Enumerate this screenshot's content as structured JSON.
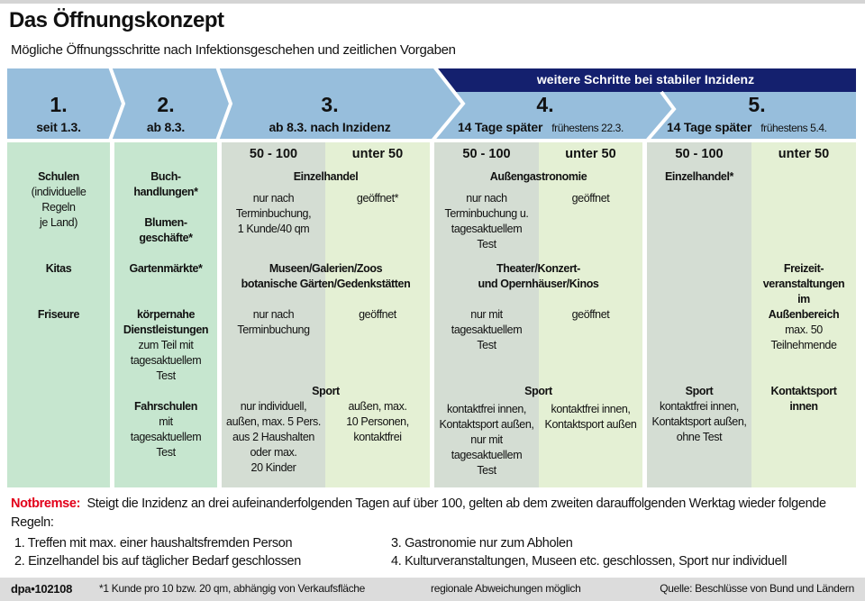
{
  "header": {
    "title": "Das Öffnungskonzept",
    "subtitle": "Mögliche Öffnungsschritte nach Infektionsgeschehen und zeitlichen Vorgaben",
    "banner": "weitere Schritte bei stabiler Inzidenz"
  },
  "colors": {
    "step_blue": "#97bedc",
    "navy": "#14206e",
    "green": "#c6e6cf",
    "band_50_100": "#d4ddd3",
    "band_under_50": "#e4f0d4",
    "red": "#e2001a"
  },
  "steps": [
    {
      "number": "1.",
      "date": "seit 1.3."
    },
    {
      "number": "2.",
      "date": "ab 8.3."
    },
    {
      "number": "3.",
      "date": "ab 8.3. nach Inzidenz"
    },
    {
      "number": "4.",
      "date": "14 Tage später",
      "note": "frühestens 22.3."
    },
    {
      "number": "5.",
      "date": "14 Tage später",
      "note": "frühestens 5.4."
    }
  ],
  "bands": {
    "mid": "50 - 100",
    "low": "unter 50"
  },
  "col1": {
    "schulen": "Schulen",
    "schulen_note": "(individuelle\nRegeln\nje Land)",
    "kitas": "Kitas",
    "friseure": "Friseure"
  },
  "col2": {
    "buch": "Buch-\nhandlungen*",
    "blumen": "Blumen-\ngeschäfte*",
    "garten": "Gartenmärkte*",
    "dienst": "körpernahe\nDienstleistungen",
    "dienst_note": "zum Teil mit\ntagesaktuellem\nTest",
    "fahr": "Fahrschulen",
    "fahr_note": "mit\ntagesaktuellem\nTest"
  },
  "col3": {
    "einzelhandel": "Einzelhandel",
    "einzelhandel_mid": "nur nach\nTerminbuchung,\n1 Kunde/40 qm",
    "einzelhandel_low": "geöffnet*",
    "museen": "Museen/Galerien/Zoos\nbotanische Gärten/Gedenkstätten",
    "museen_mid": "nur nach\nTerminbuchung",
    "museen_low": "geöffnet",
    "sport": "Sport",
    "sport_mid": "nur individuell,\naußen, max. 5 Pers.\naus 2 Haushalten\noder max.\n20 Kinder",
    "sport_low": "außen, max.\n10 Personen,\nkontaktfrei"
  },
  "col4": {
    "gastro": "Außengastronomie",
    "gastro_mid": "nur nach\nTerminbuchung u.\ntagesaktuellem\nTest",
    "gastro_low": "geöffnet",
    "theater": "Theater/Konzert-\nund Opernhäuser/Kinos",
    "theater_mid": "nur mit\ntagesaktuellem\nTest",
    "theater_low": "geöffnet",
    "sport": "Sport",
    "sport_mid": "kontaktfrei innen,\nKontaktsport außen,\nnur mit\ntagesaktuellem\nTest",
    "sport_low": "kontaktfrei innen,\nKontaktsport außen"
  },
  "col5": {
    "einzelhandel": "Einzelhandel*",
    "freizeit": "Freizeit-\nveranstaltungen\nim\nAußenbereich",
    "freizeit_note": "max. 50\nTeilnehmende",
    "sport": "Sport",
    "sport_mid": "kontaktfrei innen,\nKontaktsport außen,\nohne Test",
    "kontakt": "Kontaktsport\ninnen"
  },
  "notbremse": {
    "label": "Notbremse:",
    "text": "Steigt die Inzidenz an drei aufeinanderfolgenden Tagen auf über 100, gelten ab dem zweiten darauffolgenden Werktag wieder folgende Regeln:",
    "rules": [
      "1. Treffen mit max. einer haushaltsfremden Person",
      "2. Einzelhandel bis auf täglicher Bedarf geschlossen",
      "3. Gastronomie nur zum Abholen",
      "4. Kulturveranstaltungen, Museen etc. geschlossen, Sport nur individuell"
    ]
  },
  "footer": {
    "id": "dpa•102108",
    "footnote": "*1 Kunde pro 10 bzw. 20 qm, abhängig von Verkaufsfläche",
    "regional": "regionale Abweichungen möglich",
    "source": "Quelle: Beschlüsse von Bund und Ländern"
  }
}
